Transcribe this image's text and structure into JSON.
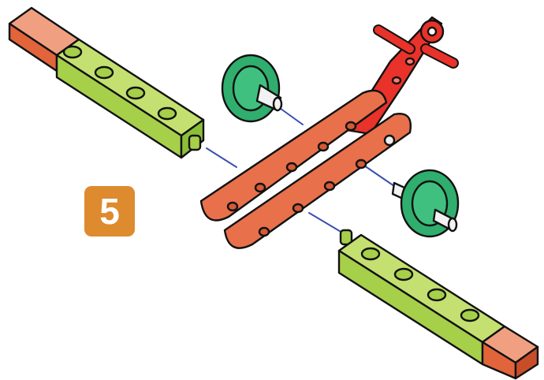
{
  "instruction": {
    "step_number": "5"
  },
  "colors": {
    "badge": "#de8a2e",
    "badge_text": "#ffffff",
    "green_beam": "#a6cf4a",
    "green_beam_top": "#c4e070",
    "orange_end_cap": "#e2643b",
    "orange_plate": "#e8704a",
    "red_lever": "#e8322a",
    "wheel": "#2fae6e",
    "axle": "#f2f2f2",
    "guide_line": "#3a4fb0",
    "outline": "#111111"
  },
  "parts": [
    {
      "name": "green-beam-upper-left",
      "icon": "green-beam-icon"
    },
    {
      "name": "green-beam-lower-right",
      "icon": "green-beam-icon"
    },
    {
      "name": "orange-double-plate",
      "icon": "orange-plate-icon"
    },
    {
      "name": "red-lever-arm",
      "icon": "red-lever-icon"
    },
    {
      "name": "green-wheel-upper",
      "icon": "wheel-icon"
    },
    {
      "name": "green-wheel-lower",
      "icon": "wheel-icon"
    }
  ]
}
